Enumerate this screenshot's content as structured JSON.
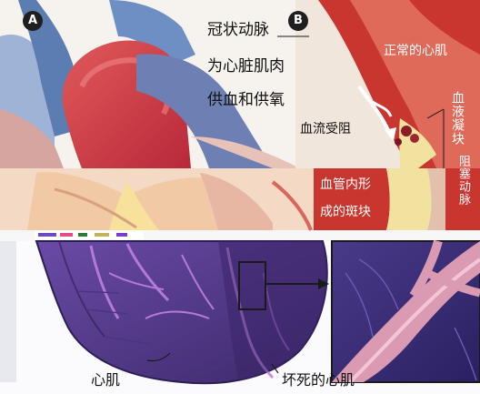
{
  "panels": {
    "a_badge": "A",
    "b_badge": "B"
  },
  "labels": {
    "coronary_line1": "冠状动脉",
    "coronary_line2": "为心脏肌肉",
    "coronary_line3": "供血和供氧",
    "normal_myocardium": "正常的心肌",
    "blood_flow_blocked": "血流受阻",
    "blood_clot": "血液凝块",
    "plaque_line1": "血管内形",
    "plaque_line2": "成的斑块",
    "blocked_artery": "阻塞动脉",
    "heart_muscle": "心肌",
    "dead_muscle": "坏死的心肌"
  },
  "colors": {
    "artery_red": "#c8323a",
    "vessel_blue": "#4f6f9a",
    "infarct_purple": "#5a3a8a",
    "plaque_yellow": "#f2e2a0"
  }
}
